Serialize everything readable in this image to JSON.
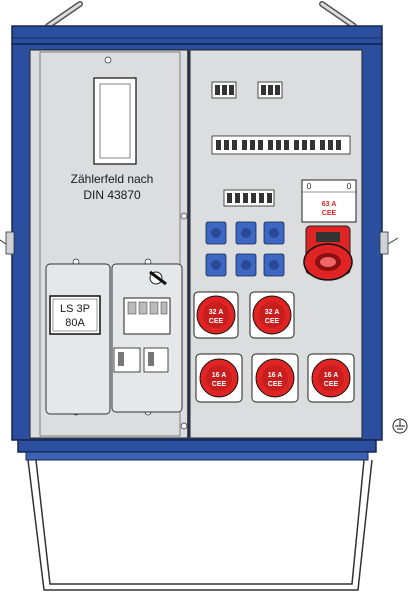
{
  "meter_field": {
    "line1": "Zählerfeld nach",
    "line2": "DIN 43870"
  },
  "main_breaker": {
    "line1": "LS 3P",
    "line2": "80A"
  },
  "sockets_32a": [
    {
      "line1": "32 A",
      "line2": "CEE"
    },
    {
      "line1": "32 A",
      "line2": "CEE"
    }
  ],
  "sockets_16a": [
    {
      "line1": "16 A",
      "line2": "CEE"
    },
    {
      "line1": "16 A",
      "line2": "CEE"
    },
    {
      "line1": "16 A",
      "line2": "CEE"
    }
  ],
  "socket_63a": {
    "line1": "63 A",
    "line2": "CEE",
    "lid_left": "0",
    "lid_right": "0"
  },
  "colors": {
    "frame_blue": "#2b4f9e",
    "panel_grey": "#dcdddf",
    "cee_red": "#e02424",
    "schuko_blue": "#3e67c4"
  }
}
